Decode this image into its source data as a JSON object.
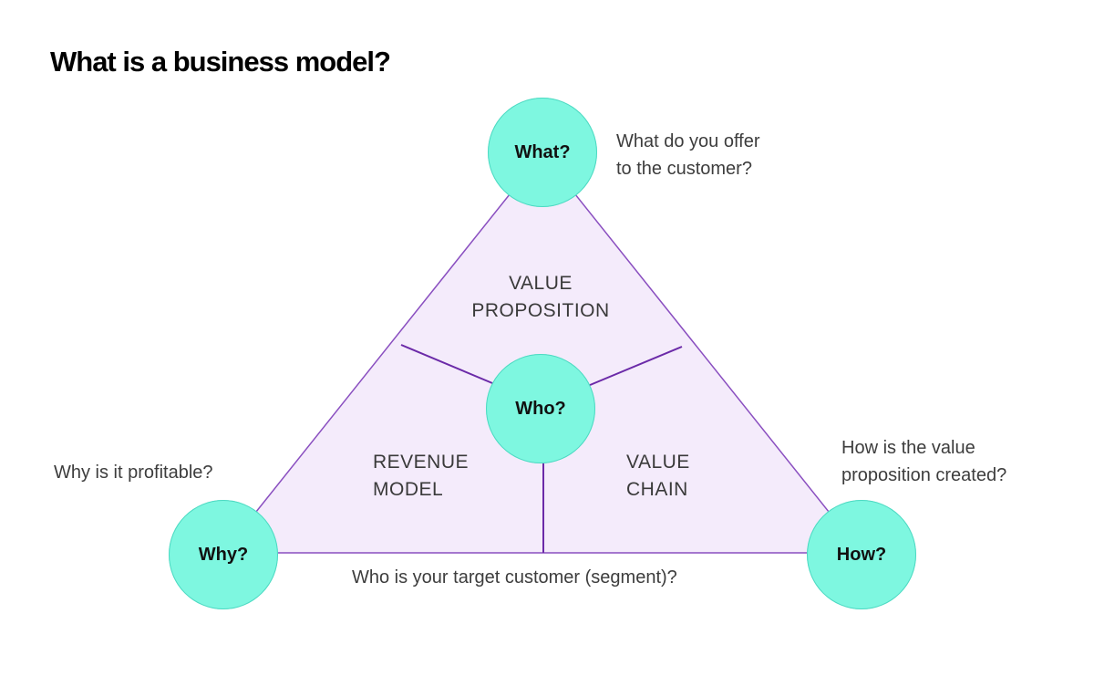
{
  "title": "What is a business model?",
  "colors": {
    "triangle_fill": "#f4ebfb",
    "triangle_stroke": "#8a4fc0",
    "divider": "#6b2aa8",
    "circle_fill": "#7ef7e0",
    "circle_stroke": "#4ed9c2"
  },
  "circles": {
    "what": "What?",
    "who": "Who?",
    "why": "Why?",
    "how": "How?"
  },
  "regions": {
    "value_proposition": "VALUE\nPROPOSITION",
    "revenue_model": "REVENUE\nMODEL",
    "value_chain": "VALUE\nCHAIN"
  },
  "questions": {
    "what": "What do you offer\nto the customer?",
    "why": "Why is it profitable?",
    "how": "How is the value\nproposition created?",
    "who": "Who is your target customer (segment)?"
  }
}
